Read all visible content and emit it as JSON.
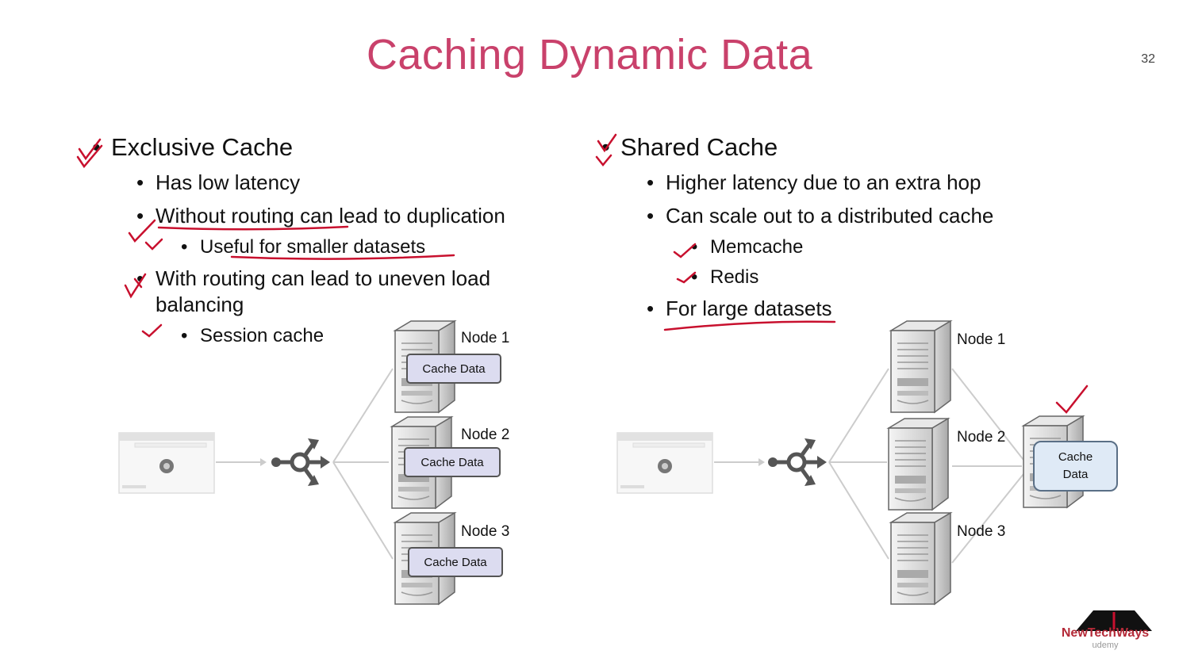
{
  "slide": {
    "title": "Caching Dynamic Data",
    "page_number": "32"
  },
  "left": {
    "heading": "Exclusive Cache",
    "items": [
      "Has low latency",
      "Without routing can lead to duplication",
      "Useful for smaller datasets",
      "With routing can lead to uneven load",
      "balancing",
      "Session cache"
    ],
    "nodes": [
      "Node 1",
      "Node 2",
      "Node 3"
    ],
    "cache_label": "Cache Data"
  },
  "right": {
    "heading": "Shared Cache",
    "items": [
      "Higher latency due to an extra hop",
      "Can scale out to a distributed cache",
      "Memcache",
      "Redis",
      "For large datasets"
    ],
    "nodes": [
      "Node 1",
      "Node 2",
      "Node 3"
    ],
    "cache_label": "Cache\nData"
  },
  "logo": {
    "name": "NewTechWays",
    "sub": "udemy"
  },
  "colors": {
    "title": "#c9416b",
    "annotation": "#c8102e",
    "cache_exclusive": "#dcdcf0",
    "cache_shared": "#dfeaf6"
  }
}
